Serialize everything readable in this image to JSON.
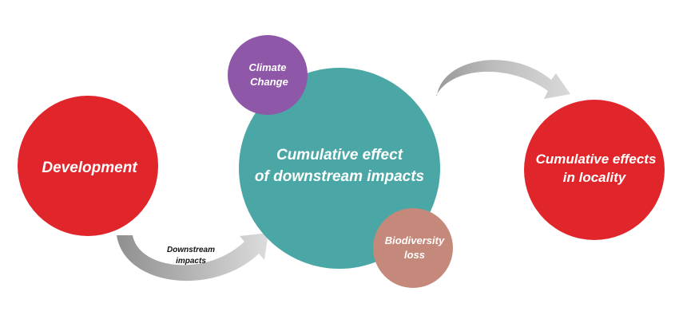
{
  "nodes": {
    "development": {
      "label": "Development",
      "color": "#e0262b"
    },
    "cumulative_downstream": {
      "line1": "Cumulative effect",
      "line2": "of downstream impacts",
      "color": "#4aa7a5"
    },
    "climate_change": {
      "line1": "Climate",
      "line2": "Change",
      "color": "#8e57a8"
    },
    "biodiversity_loss": {
      "line1": "Biodiversity",
      "line2": "loss",
      "color": "#c4897a"
    },
    "cumulative_locality": {
      "line1": "Cumulative effects",
      "line2": "in locality",
      "color": "#e0262b"
    }
  },
  "arrows": {
    "downstream": {
      "line1": "Downstream",
      "line2": "impacts"
    }
  },
  "colors": {
    "arrow_dark": "#8f8f8f",
    "arrow_light": "#d6d6d6"
  }
}
